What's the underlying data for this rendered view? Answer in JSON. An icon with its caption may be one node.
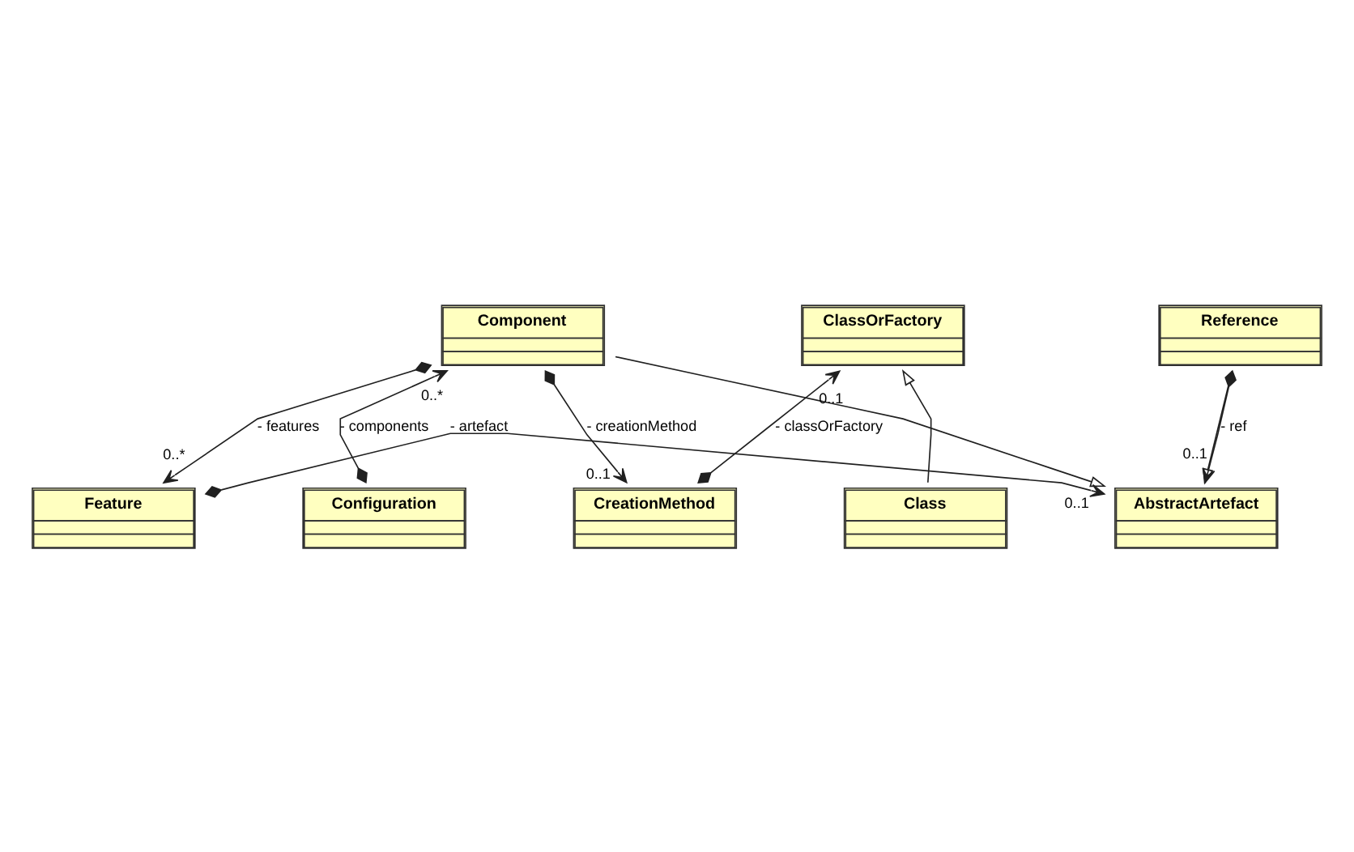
{
  "diagram": {
    "nodes": [
      {
        "text": [
          "Feature"
        ]
      },
      {
        "text": [
          "AbstractArtefact"
        ]
      },
      {
        "text": [
          "ClassOrFactory"
        ]
      },
      {
        "text": [
          "Reference"
        ]
      },
      {
        "text": [
          "Component"
        ]
      },
      {
        "text": [
          "Class"
        ]
      },
      {
        "text": [
          "CreationMethod"
        ]
      },
      {
        "text": [
          "Configuration"
        ]
      }
    ],
    "edges": [
      {
        "from": 0,
        "to": 1,
        "arrow": "to",
        "label": "- artefact"
      },
      {
        "from": 3,
        "to": 1,
        "arrow": "to",
        "label": "- ref"
      },
      {
        "from": 3,
        "to": 1,
        "arrow": "to"
      },
      {
        "from": 4,
        "to": 1,
        "arrow": "to"
      },
      {
        "from": 4,
        "to": 0,
        "arrow": "to",
        "label": "- features"
      },
      {
        "from": 4,
        "to": 6,
        "arrow": "to",
        "label": "- creationMethod"
      },
      {
        "from": 7,
        "to": 4,
        "arrow": "to",
        "label": "- components"
      },
      {
        "from": 6,
        "to": 2,
        "arrow": "to",
        "label": "- classOrFactory"
      },
      {
        "from": 5,
        "to": 2,
        "arrow": "to"
      }
    ],
    "labels": [
      "0..1",
      "0..*",
      "0..1",
      "0..1",
      "0..1",
      "0..*"
    ]
  }
}
